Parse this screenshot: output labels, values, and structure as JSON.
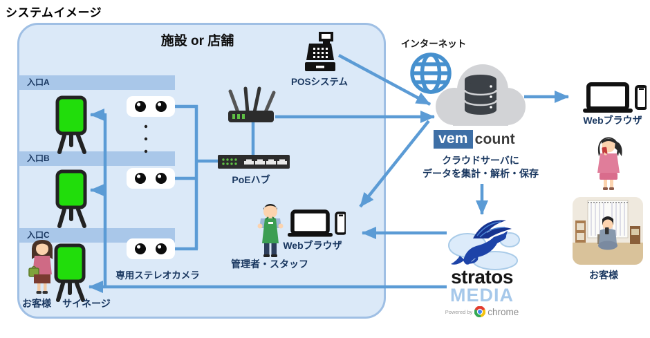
{
  "page_title": "システムイメージ",
  "facility": {
    "heading": "施設 or 店舗",
    "entrances": [
      {
        "label": "入口A"
      },
      {
        "label": "入口B"
      },
      {
        "label": "入口C"
      }
    ],
    "camera_label": "専用ステレオカメラ",
    "hub_label": "PoEハブ",
    "pos_label": "POSシステム",
    "signage_label": "サイネージ",
    "customer_label": "お客様",
    "staff_label": "管理者・スタッフ",
    "staff_browser_label": "Webブラウザ"
  },
  "cloud": {
    "internet_label": "インターネット",
    "logo_vem": "vem",
    "logo_count": "count",
    "caption_line1": "クラウドサーバに",
    "caption_line2": "データを集計・解析・保存"
  },
  "viewer": {
    "browser_label": "Webブラウザ",
    "customer_label": "お客様"
  },
  "stratos": {
    "word1": "stratos",
    "word2": "MEDIA",
    "powered_by": "Powered by",
    "chrome_label": "chrome"
  },
  "colors": {
    "accent_blue": "#5b9bd5",
    "panel_fill": "#dbe9f8",
    "band_fill": "#a9c7e9",
    "signage_green": "#21dd0b",
    "vem_blue": "#3e6fa6",
    "label_navy": "#17355e"
  }
}
